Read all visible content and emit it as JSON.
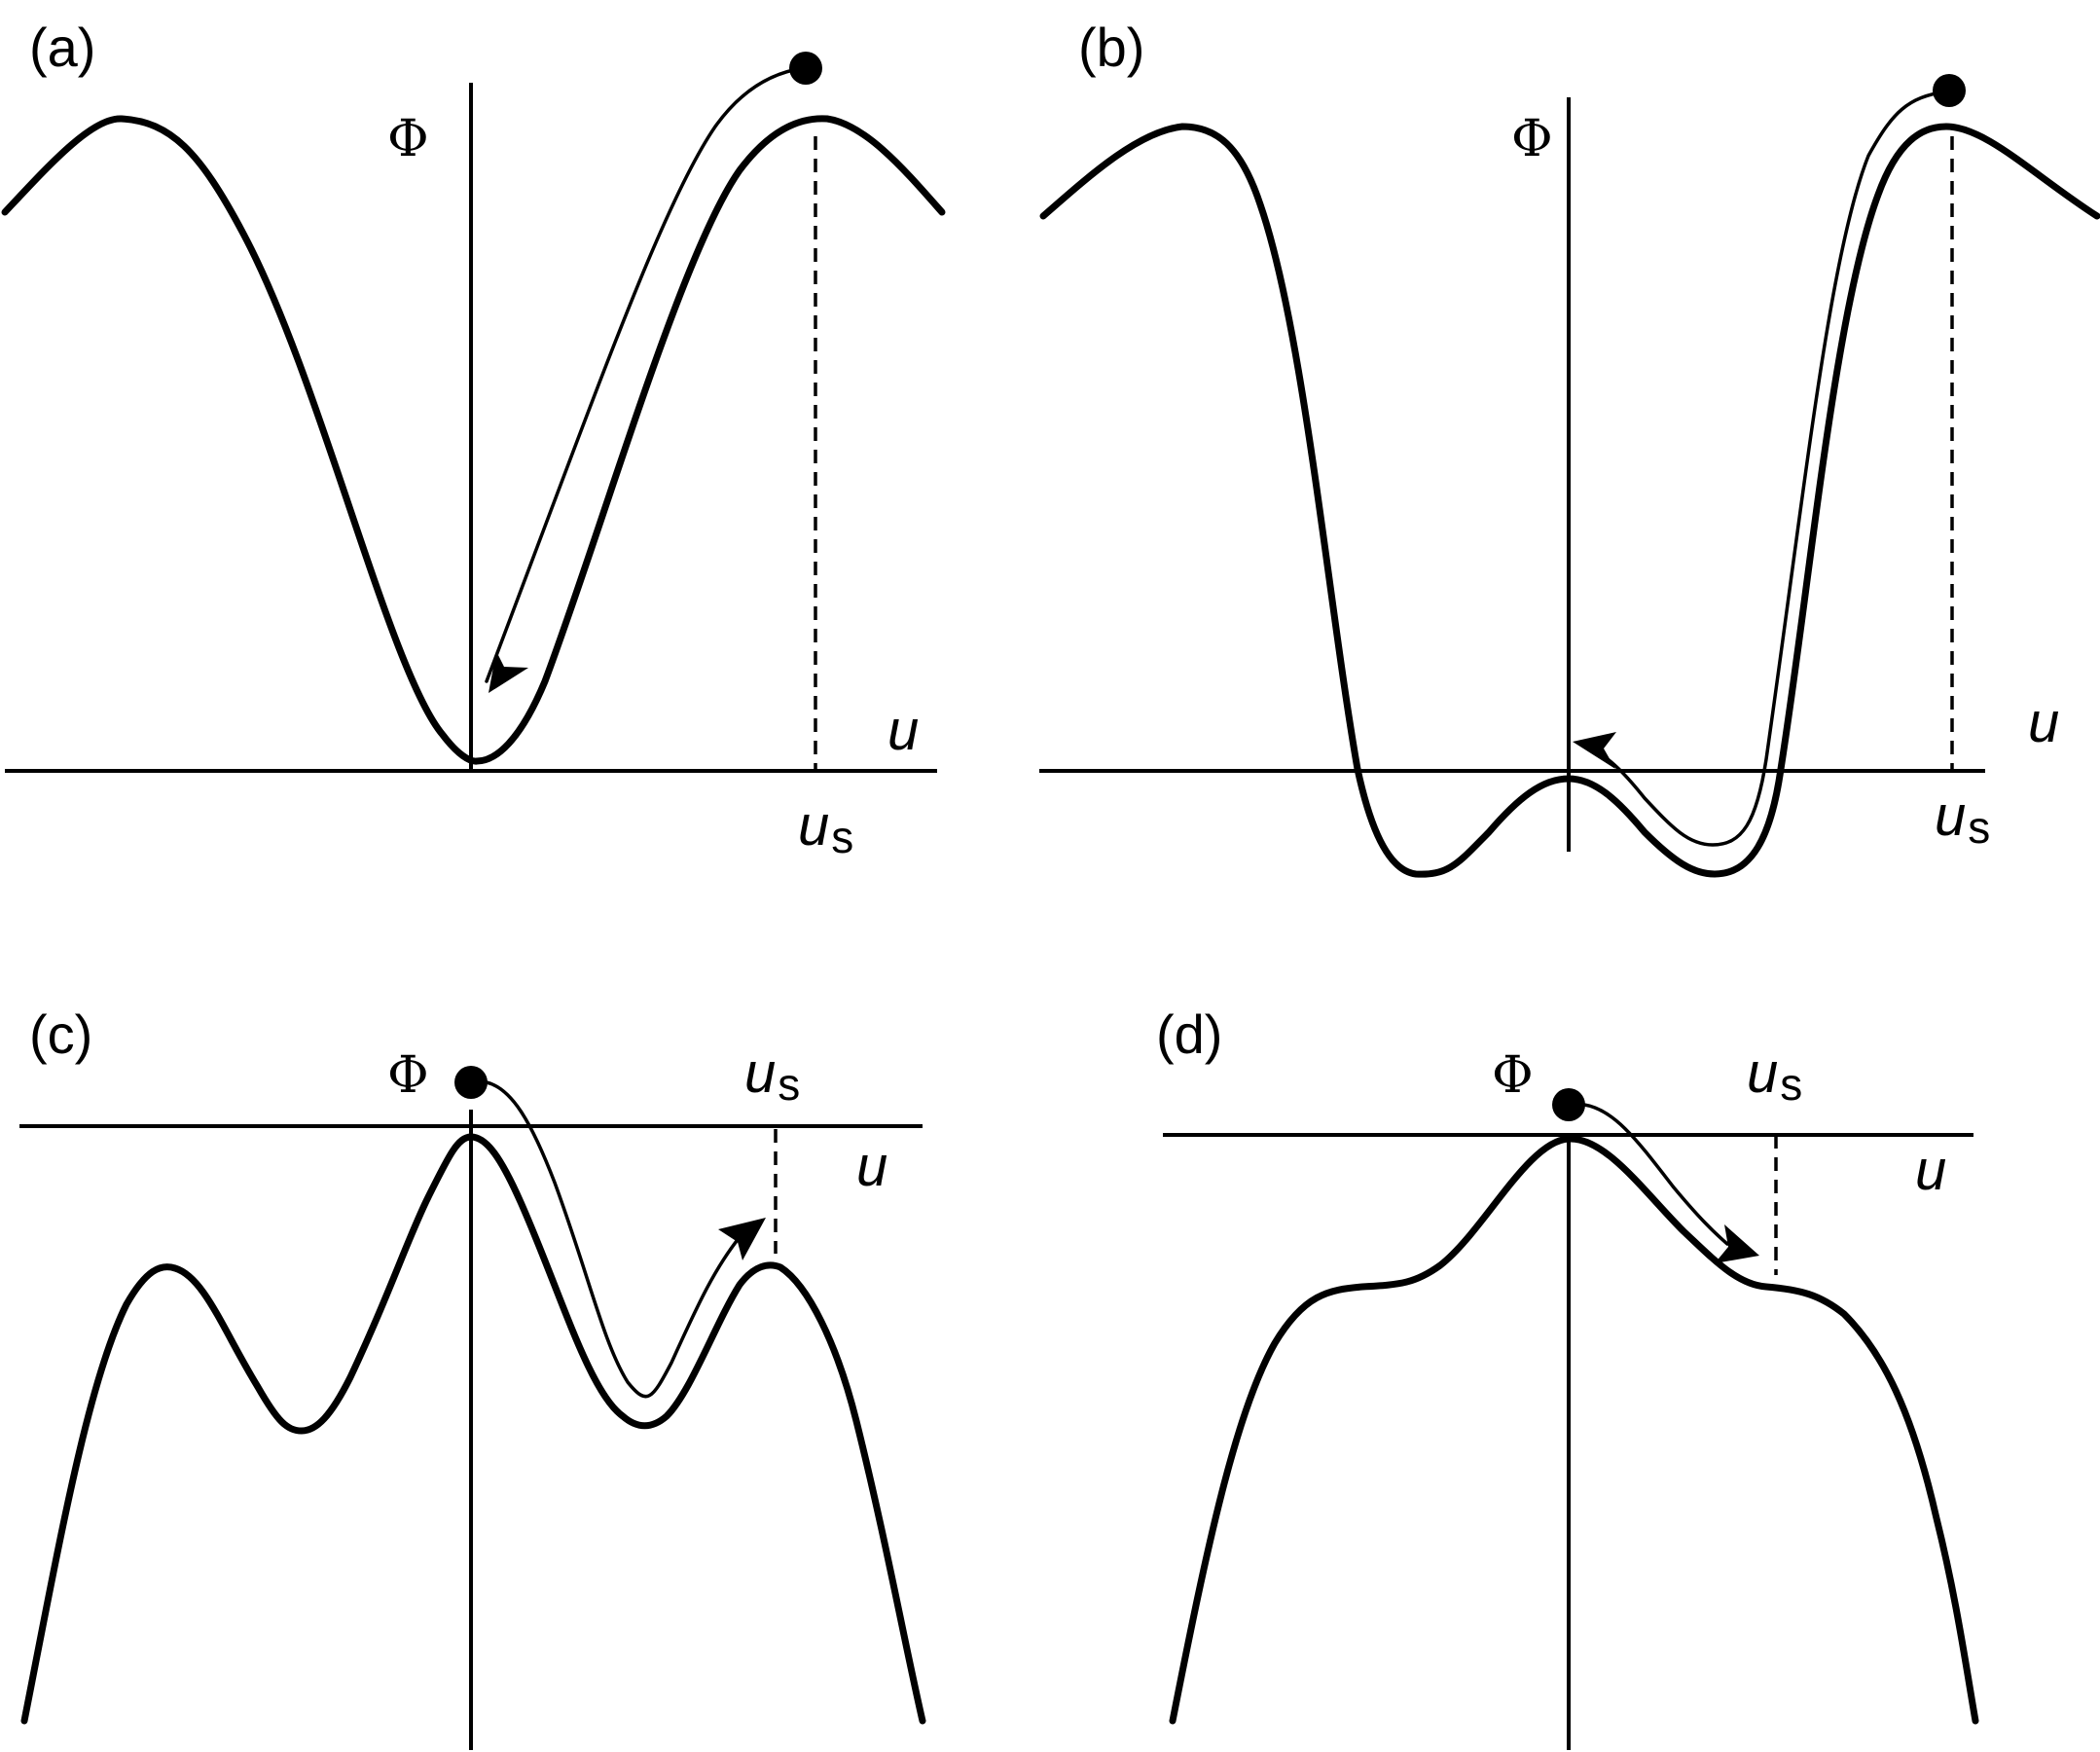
{
  "panels": [
    {
      "label": "(a)",
      "phi": "Φ",
      "u": "u",
      "us_main": "u",
      "us_sub": "s"
    },
    {
      "label": "(b)",
      "phi": "Φ",
      "u": "u",
      "us_main": "u",
      "us_sub": "s"
    },
    {
      "label": "(c)",
      "phi": "Φ",
      "u": "u",
      "us_main": "u",
      "us_sub": "s"
    },
    {
      "label": "(d)",
      "phi": "Φ",
      "u": "u",
      "us_main": "u",
      "us_sub": "s"
    }
  ],
  "colors": {
    "ink": "#000000",
    "background": "#ffffff"
  }
}
